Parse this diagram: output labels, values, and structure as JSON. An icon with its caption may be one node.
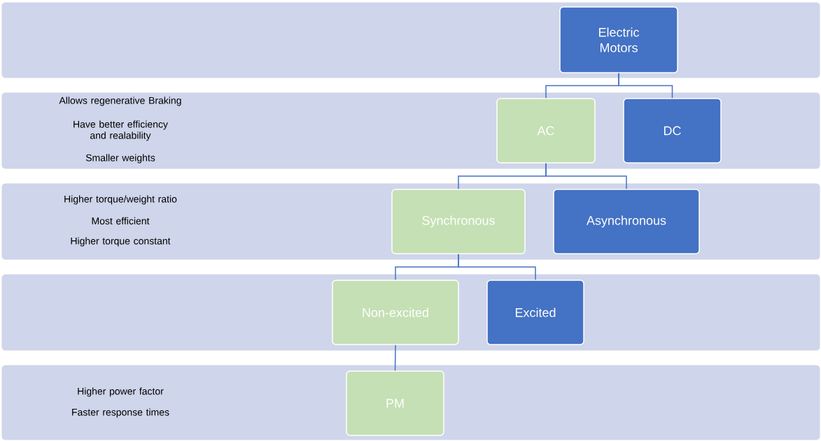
{
  "diagram": {
    "nodes": [
      {
        "text": [],
        "shape": "band"
      },
      {
        "text": [
          "Electric Motors"
        ],
        "in": 0
      },
      {
        "text": [
          "Allows regenerative Braking",
          "Have better efficiency and realability",
          "Smaller weights"
        ]
      },
      {
        "text": [
          "AC"
        ],
        "in": 2
      },
      {
        "text": [
          "DC"
        ],
        "in": 2
      },
      {
        "text": [
          "Higher torque/weight ratio",
          "Most efficient",
          "Higher torque constant"
        ]
      },
      {
        "text": [
          "Synchronous"
        ],
        "in": 5
      },
      {
        "text": [
          "Asynchronous"
        ],
        "in": 5
      },
      {
        "text": [],
        "shape": "band"
      },
      {
        "text": [
          "Non-excited"
        ],
        "in": 8
      },
      {
        "text": [
          "Excited"
        ],
        "in": 8
      },
      {
        "text": [
          "Higher power factor",
          "Faster response times"
        ]
      },
      {
        "text": [
          "PM"
        ],
        "in": 11
      }
    ],
    "edges": [
      {
        "from": 1,
        "to": 3,
        "arrow": "none"
      },
      {
        "from": 1,
        "to": 4,
        "arrow": "none"
      },
      {
        "from": 3,
        "to": 6,
        "arrow": "none"
      },
      {
        "from": 3,
        "to": 7,
        "arrow": "none"
      },
      {
        "from": 6,
        "to": 9,
        "arrow": "none"
      },
      {
        "from": 6,
        "to": 10,
        "arrow": "none"
      },
      {
        "from": 9,
        "to": 12,
        "arrow": "none"
      }
    ]
  }
}
